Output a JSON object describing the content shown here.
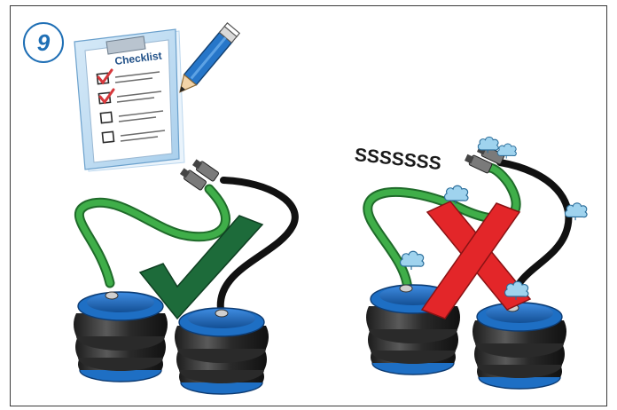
{
  "step": {
    "number": "9"
  },
  "checklist": {
    "title": "Checklist"
  },
  "leak_sound": {
    "text": "SSSSSSS"
  },
  "colors": {
    "accent_blue": "#1f6fb5",
    "green_hose": "#3fae49",
    "check_green": "#1d6b3a",
    "cross_red": "#e32629",
    "bellows_dark": "#2b2b2b",
    "bellows_blue": "#1e6fc4",
    "cloud_blue": "#9fd3ee"
  },
  "icons": [
    "clipboard-checklist-icon",
    "pencil-icon",
    "checkmark-icon",
    "cross-icon",
    "air-leak-cloud-icon"
  ]
}
